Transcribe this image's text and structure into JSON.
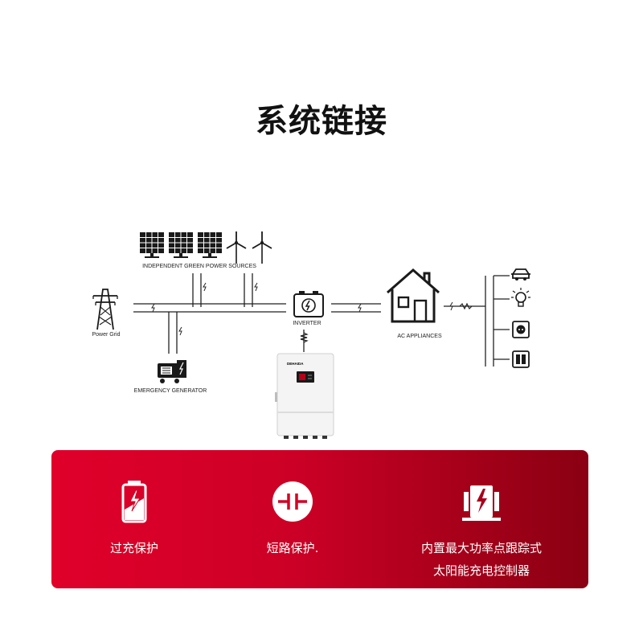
{
  "page": {
    "title": "系统链接"
  },
  "diagram": {
    "labels": {
      "green_sources": "INDEPENDENT GREEN POWER SOURCES",
      "power_grid": "Power Grid",
      "generator": "EMERGENCY GENERATOR",
      "inverter": "INVERTER",
      "appliances": "AC APPLIANCES",
      "brand": "DEHAIDA"
    },
    "colors": {
      "line": "#222222",
      "brand_red": "#d6001c"
    },
    "icons": {
      "power_grid": "transmission-tower-icon",
      "solar": "solar-panel-icon",
      "wind": "wind-turbine-icon",
      "generator": "generator-icon",
      "inverter": "inverter-icon",
      "house": "house-icon",
      "car": "car-icon",
      "bulb": "light-bulb-icon",
      "socket": "power-socket-icon",
      "switch": "wall-switch-icon"
    }
  },
  "features": {
    "items": [
      {
        "icon": "battery-charge-icon",
        "label": "过充保护"
      },
      {
        "icon": "short-circuit-icon",
        "label": "短路保护."
      },
      {
        "icon": "mppt-controller-icon",
        "line1": "内置最大功率点跟踪式",
        "line2": "太阳能充电控制器"
      }
    ]
  },
  "banner": {
    "gradient_start": "#e0002a",
    "gradient_end": "#8a0012"
  }
}
